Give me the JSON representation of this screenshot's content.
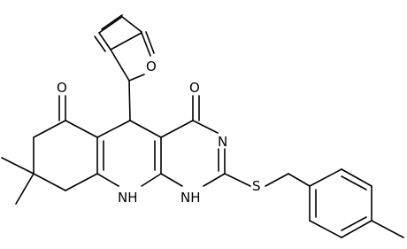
{
  "molecule": {
    "atom_labels": {
      "furan_oxygen": "O",
      "ketone_oxygen": "O",
      "pyrimidinone_oxygen": "O",
      "ring_nitrogen": "N",
      "amine_1": "NH",
      "amine_2": "NH",
      "sulfur": "S"
    },
    "colors": {
      "bond": "#000000",
      "text": "#000000",
      "background": "#ffffff"
    }
  }
}
